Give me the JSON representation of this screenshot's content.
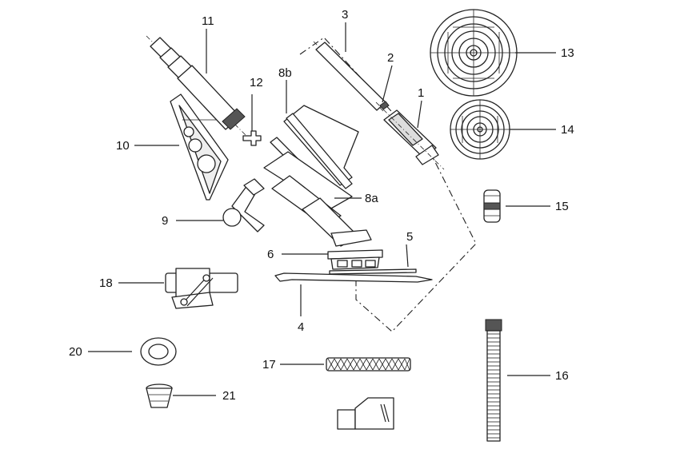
{
  "labels": {
    "p1": "1",
    "p2": "2",
    "p3": "3",
    "p4": "4",
    "p5": "5",
    "p6": "6",
    "p8a": "8a",
    "p8b": "8b",
    "p9": "9",
    "p10": "10",
    "p11": "11",
    "p12": "12",
    "p13": "13",
    "p14": "14",
    "p15": "15",
    "p16": "16",
    "p17": "17",
    "p18": "18",
    "p20": "20",
    "p21": "21"
  },
  "colors": {
    "ink": "#222222",
    "background": "#ffffff",
    "shade": "#555555"
  }
}
